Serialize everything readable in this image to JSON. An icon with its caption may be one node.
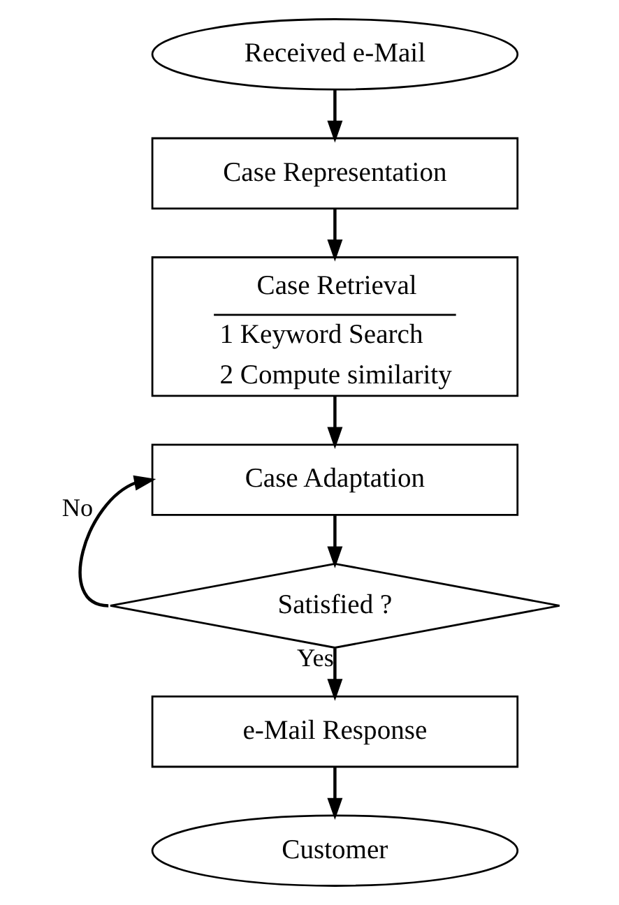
{
  "diagram": {
    "nodes": [
      {
        "text": [
          "Received e-Mail"
        ]
      },
      {
        "text": [
          "Case Representation"
        ]
      },
      {
        "text": [
          "Case Retrieval",
          "1 Keyword Search",
          "2 Compute similarity"
        ]
      },
      {
        "text": [
          "Case Adaptation"
        ]
      },
      {
        "text": [
          "Satisfied ?"
        ]
      },
      {
        "text": [
          "e-Mail Response"
        ]
      },
      {
        "text": [
          "Customer"
        ]
      }
    ],
    "edges": [
      {
        "from": 0,
        "to": 1,
        "arrow": "to"
      },
      {
        "from": 1,
        "to": 2,
        "arrow": "to"
      },
      {
        "from": 2,
        "to": 3,
        "arrow": "to"
      },
      {
        "from": 3,
        "to": 4,
        "arrow": "to"
      },
      {
        "from": 4,
        "to": 3,
        "arrow": "to",
        "label": "No"
      },
      {
        "from": 4,
        "to": 5,
        "arrow": "to",
        "label": "Yes"
      },
      {
        "from": 5,
        "to": 6,
        "arrow": "to"
      }
    ]
  }
}
